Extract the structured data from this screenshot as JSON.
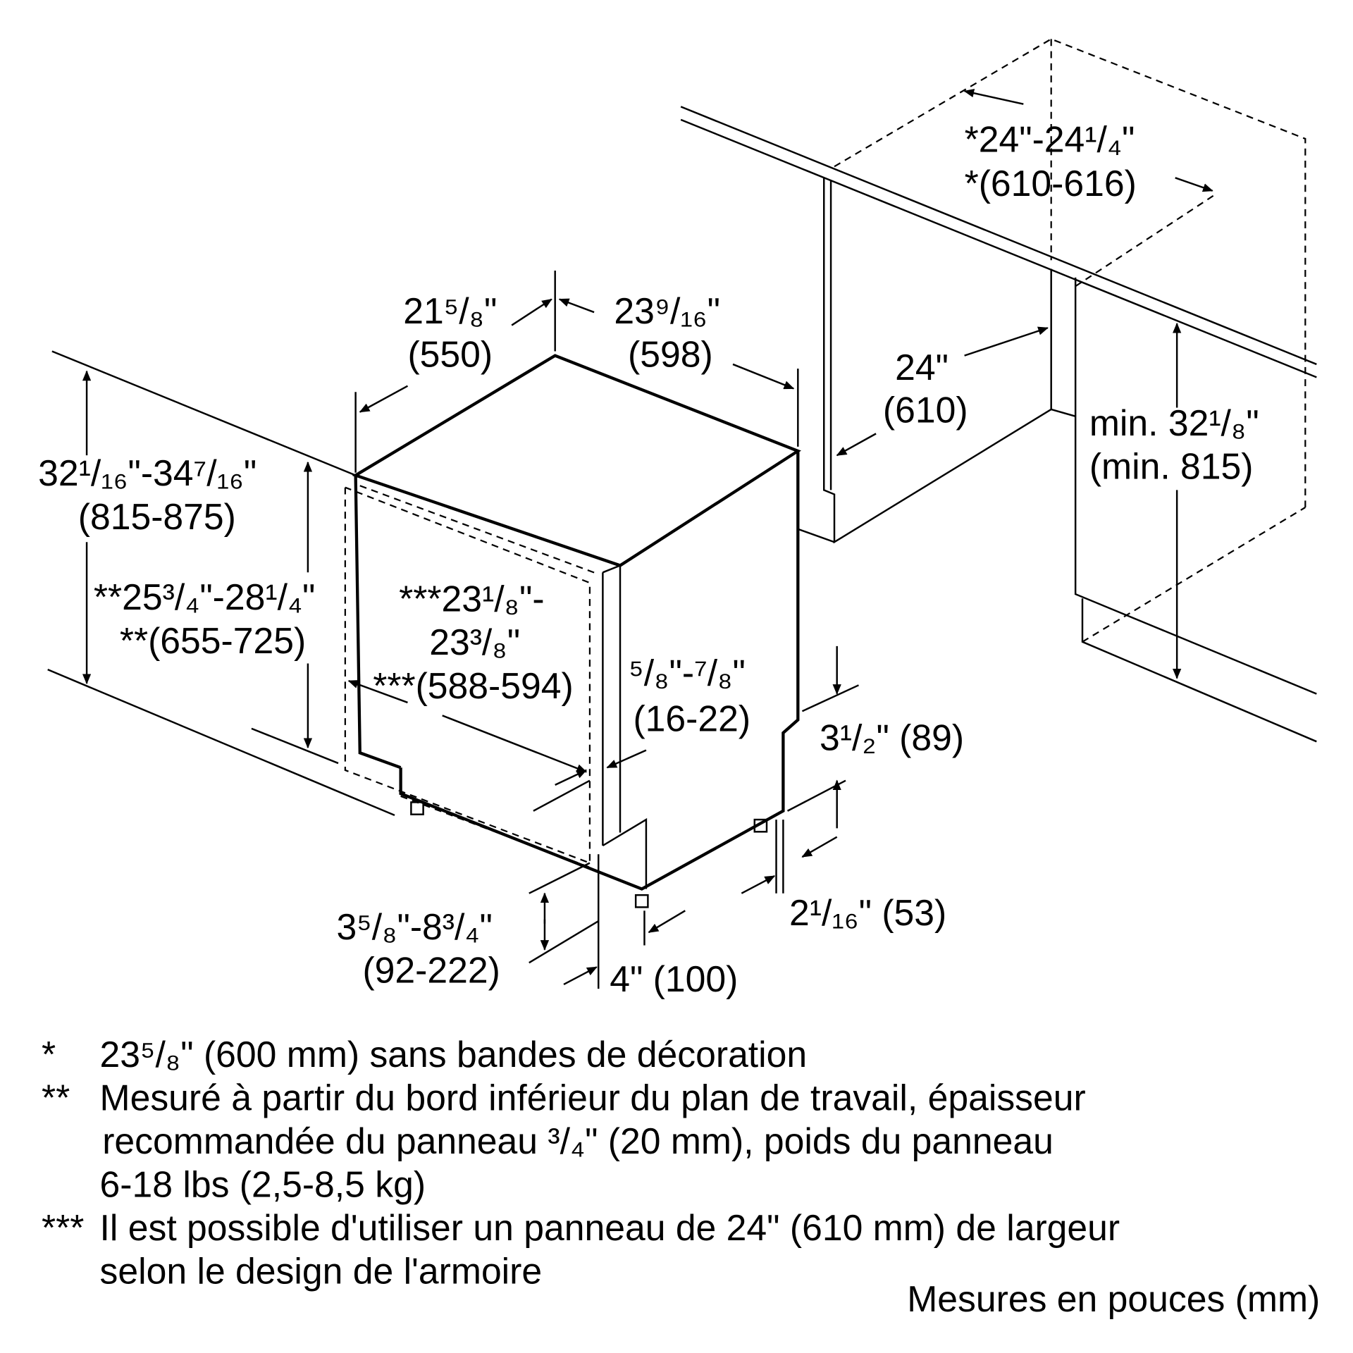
{
  "dimensions": {
    "cabinet_depth_in": "*24\"-24¹/₄\"",
    "cabinet_depth_mm": "*(610-616)",
    "appliance_depth_in": "21⁵/₈\"",
    "appliance_depth_mm": "(550)",
    "appliance_width_in": "23⁹/₁₆\"",
    "appliance_width_mm": "(598)",
    "niche_width_in": "24\"",
    "niche_width_mm": "(610)",
    "height_in": "32¹/₁₆\"-34⁷/₁₆\"",
    "height_mm": "(815-875)",
    "min_height_in": "min. 32¹/₈\"",
    "min_height_mm": "(min. 815)",
    "panel_height_in": "**25³/₄\"-28¹/₄\"",
    "panel_height_mm": "**(655-725)",
    "panel_width_in_1": "***23¹/₈\"-",
    "panel_width_in_2": "23³/₈\"",
    "panel_width_mm": "***(588-594)",
    "panel_thickness_in": "⁵/₈\"-⁷/₈\"",
    "panel_thickness_mm": "(16-22)",
    "step_height": "3¹/₂\" (89)",
    "plinth_in": "3⁵/₈\"-8³/₄\"",
    "plinth_mm": "(92-222)",
    "step_depth": "2¹/₁₆\" (53)",
    "foot_offset": "4\" (100)"
  },
  "footnotes": [
    {
      "marker": "*",
      "lines": [
        "23⁵/₈\" (600 mm) sans bandes de décoration"
      ]
    },
    {
      "marker": "**",
      "lines": [
        "Mesuré à partir du bord inférieur du plan de travail, épaisseur",
        "recommandée du panneau ³/₄\" (20 mm), poids du panneau",
        "6-18 lbs (2,5-8,5 kg)"
      ]
    },
    {
      "marker": "***",
      "lines": [
        "Il est possible d'utiliser un panneau de 24\" (610 mm) de largeur",
        "selon le design de l'armoire"
      ]
    }
  ],
  "units_note": "Mesures en pouces (mm)"
}
